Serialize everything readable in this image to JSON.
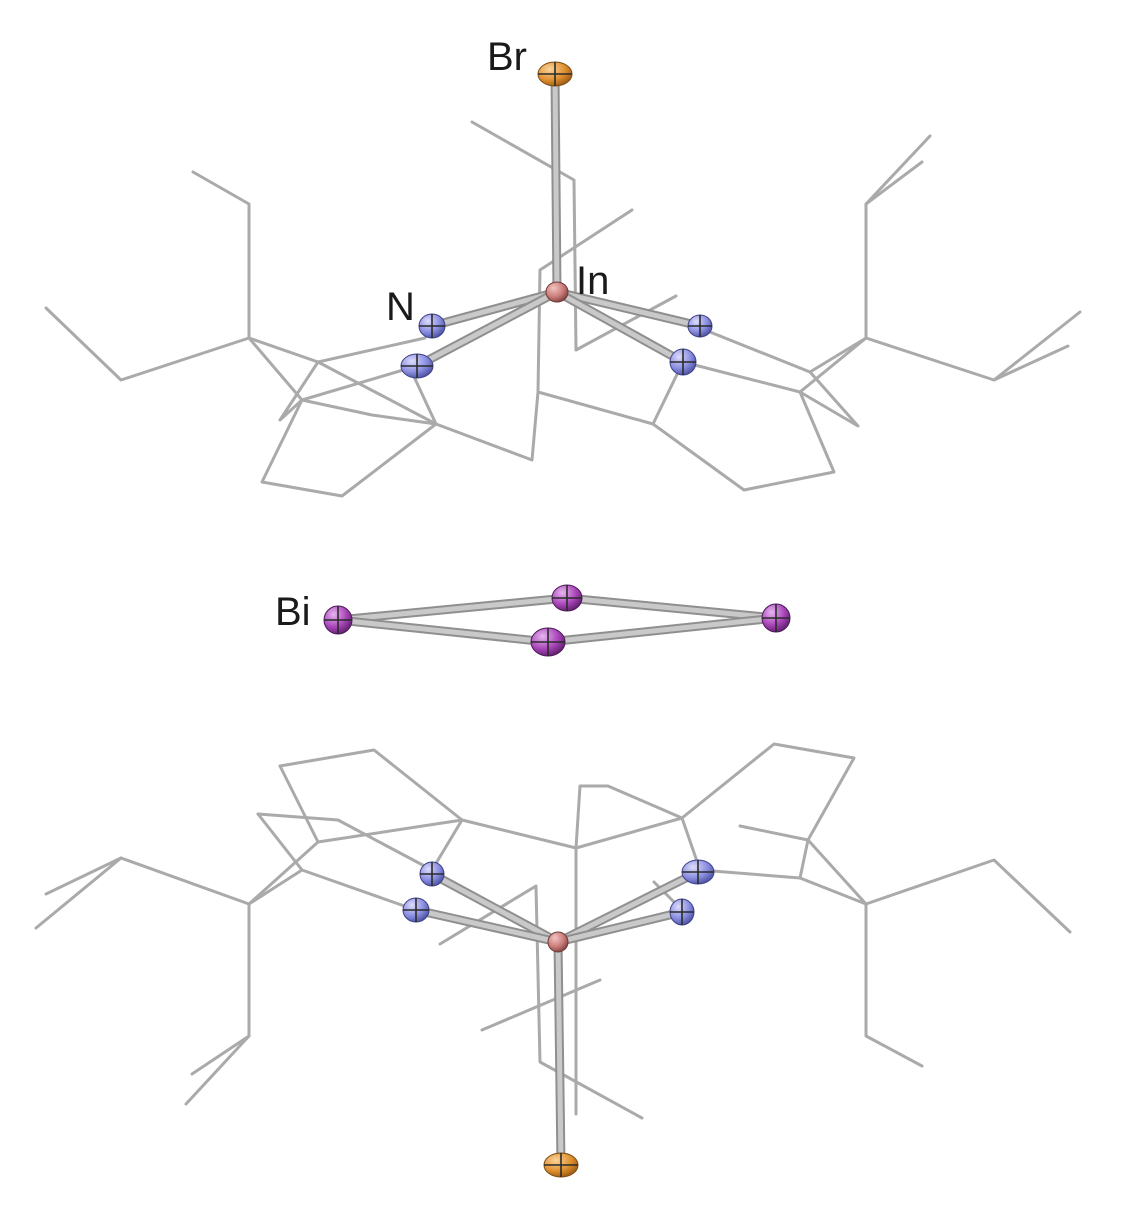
{
  "labels": {
    "br": "Br",
    "in": "In",
    "n": "N",
    "bi": "Bi"
  },
  "colors": {
    "background": "#ffffff",
    "wireframe": "#aaaaaa",
    "bond": "#bdbdbd",
    "bromine": "#e0902f",
    "indium": "#c97b78",
    "nitrogen": "#8a8ee0",
    "bismuth": "#a845b8"
  }
}
